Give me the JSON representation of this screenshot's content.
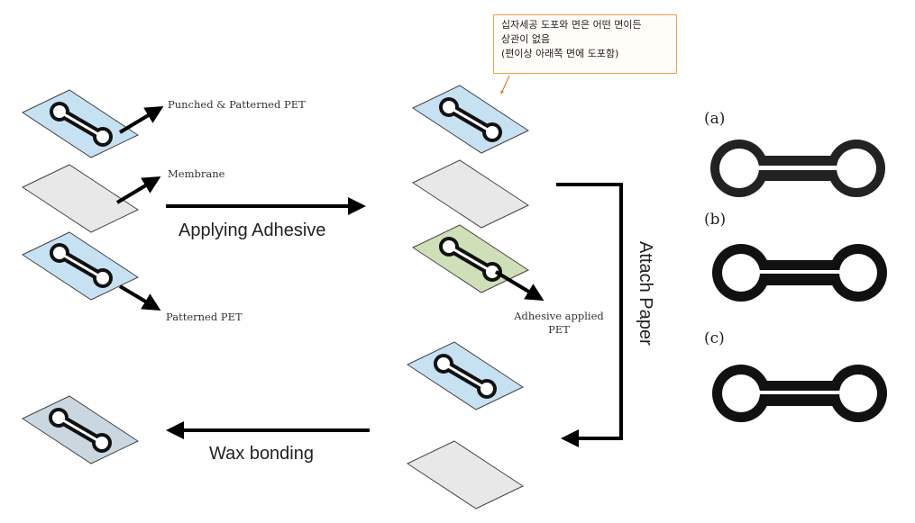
{
  "labels": {
    "punched_pet": "Punched & Patterned PET",
    "membrane": "Membrane",
    "patterned_pet": "Patterned PET",
    "adhesive_pet_line1": "Adhesive applied",
    "adhesive_pet_line2": "PET",
    "applying_adhesive": "Applying Adhesive",
    "attach_paper": "Attach Paper",
    "wax_bonding": "Wax bonding",
    "panel_a": "(a)",
    "panel_b": "(b)",
    "panel_c": "(c)"
  },
  "note": {
    "lines": [
      "십자세공 도포와 면은 어떤 면이든",
      "상관이 없음",
      "(편이상 아래쪽 면에 도포함)"
    ]
  },
  "colors": {
    "pet_blue": "#c6e1f2",
    "membrane_gray": "#e8e8e8",
    "adhesive_green": "#cfe0b8",
    "bonded_gray": "#cbd7e0",
    "note_border": "#f0a050"
  }
}
